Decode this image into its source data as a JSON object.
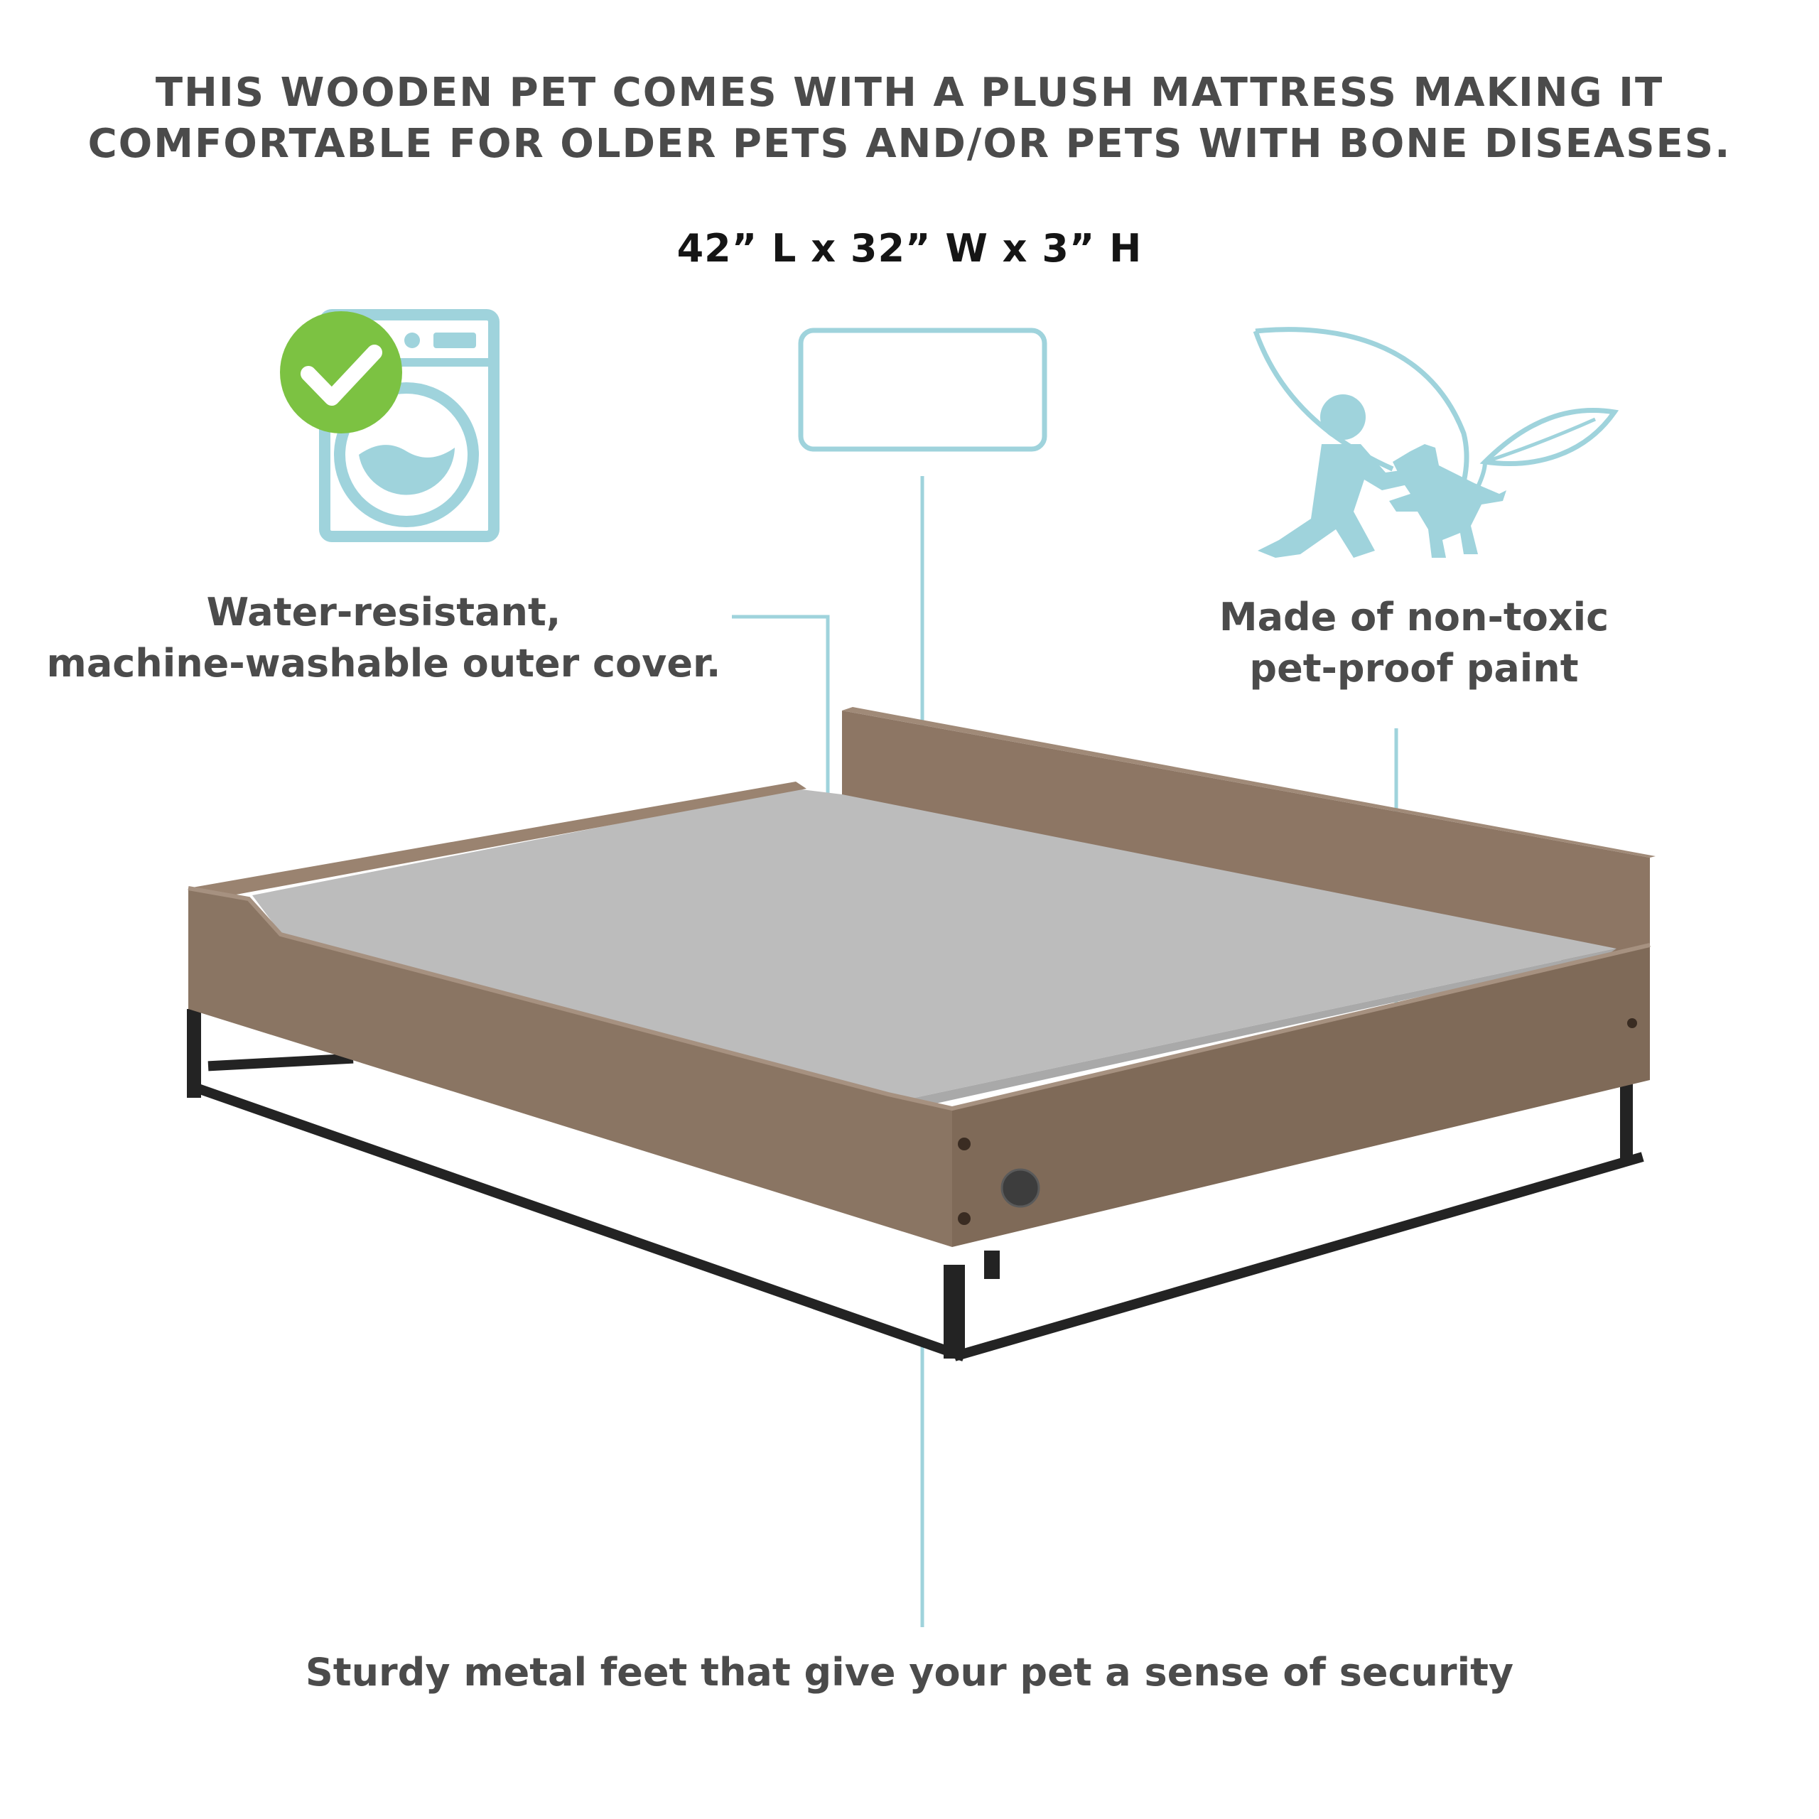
{
  "headline": {
    "line1": "THIS WOODEN PET COMES WITH A PLUSH MATTRESS MAKING IT",
    "line2": "COMFORTABLE FOR OLDER PETS AND/OR PETS WITH BONE DISEASES."
  },
  "dimensions": "42” L x 32” W x 3” H",
  "features": {
    "washable": {
      "line1": "Water-resistant,",
      "line2": "machine-washable outer cover.",
      "icon": "washing-machine-check-icon"
    },
    "non_toxic": {
      "line1": "Made of non-toxic",
      "line2": "pet-proof paint",
      "icon": "person-dog-leaf-icon"
    },
    "metal_feet": {
      "text": "Sturdy metal feet that give your pet a sense of security"
    },
    "mattress": {
      "icon": "mattress-outline-icon"
    }
  },
  "colors": {
    "accent": "#9fd3dc",
    "check_green": "#7cc242",
    "text": "#4b4b4b",
    "wood": "#8a7563",
    "mattress": "#b9b9b9",
    "metal": "#232323"
  }
}
